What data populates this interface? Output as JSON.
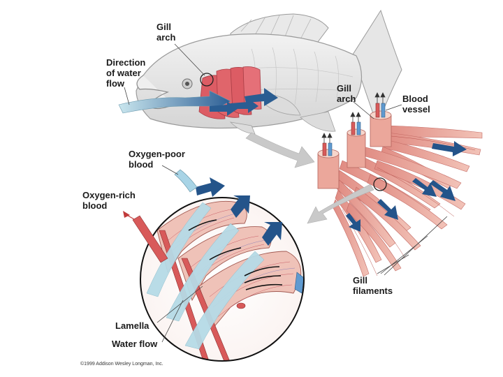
{
  "labels": {
    "gill_arch_top": "Gill\narch",
    "direction_of_water_flow": "Direction\nof water\nflow",
    "gill_arch_right": "Gill\narch",
    "blood_vessel": "Blood\nvessel",
    "oxygen_poor_blood": "Oxygen-poor\nblood",
    "oxygen_rich_blood": "Oxygen-rich\nblood",
    "lamella": "Lamella",
    "water_flow": "Water flow",
    "gill_filaments": "Gill\nfilaments"
  },
  "copyright": "©1999 Addison Wesley Longman, Inc.",
  "colors": {
    "fish_body": "#e4e4e4",
    "fish_outline": "#9a9a9a",
    "gill_red": "#d9535c",
    "filament_pink": "#eaa79c",
    "filament_dark": "#c9706a",
    "water_arrow": "#9fcfdc",
    "water_arrow_dark": "#1d4e86",
    "vessel_red": "#d85a5a",
    "vessel_blue": "#a8d4e6",
    "pointer_arrow": "#c8c8c8"
  }
}
